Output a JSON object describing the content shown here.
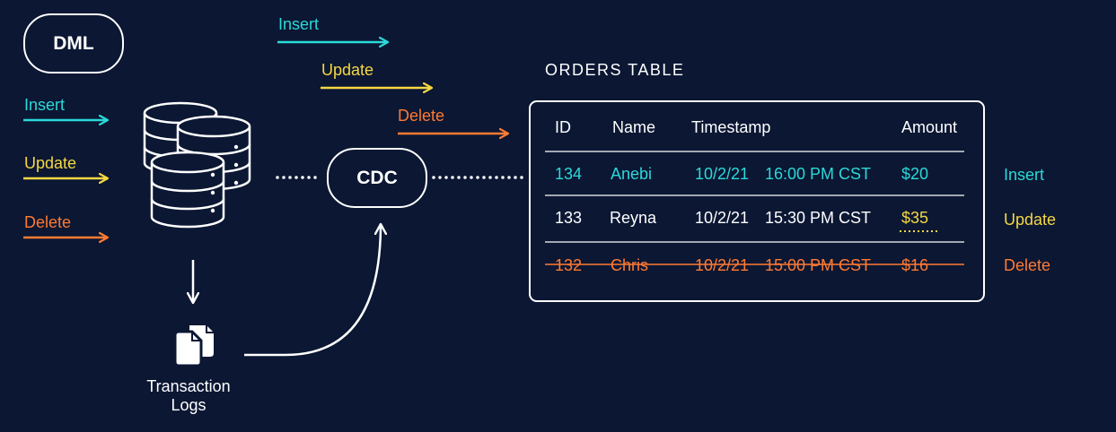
{
  "colors": {
    "background": "#0b1733",
    "insert": "#2bd9d9",
    "update": "#f5d742",
    "delete": "#ff7a33",
    "line": "#ffffff"
  },
  "dml": {
    "title": "DML",
    "operations": [
      {
        "label": "Insert",
        "color": "insert"
      },
      {
        "label": "Update",
        "color": "update"
      },
      {
        "label": "Delete",
        "color": "delete"
      }
    ]
  },
  "cdc": {
    "title": "CDC",
    "operations": [
      {
        "label": "Insert",
        "color": "insert"
      },
      {
        "label": "Update",
        "color": "update"
      },
      {
        "label": "Delete",
        "color": "delete"
      }
    ]
  },
  "transaction_logs": {
    "label_line1": "Transaction",
    "label_line2": "Logs"
  },
  "icons": [
    "database-icon",
    "documents-icon",
    "arrow-right-icon",
    "arrow-down-icon",
    "curved-arrow-icon"
  ],
  "orders_table": {
    "title": "ORDERS TABLE",
    "columns": [
      "ID",
      "Name",
      "Timestamp",
      "Amount"
    ],
    "rows": [
      {
        "id": "134",
        "name": "Anebi",
        "date": "10/2/21",
        "time": "16:00 PM CST",
        "amount": "$20",
        "operation": "Insert",
        "color": "insert"
      },
      {
        "id": "133",
        "name": "Reyna",
        "date": "10/2/21",
        "time": "15:30 PM CST",
        "amount": "$35",
        "operation": "Update",
        "color": "update"
      },
      {
        "id": "132",
        "name": "Chris",
        "date": "10/2/21",
        "time": "15:00 PM CST",
        "amount": "$16",
        "operation": "Delete",
        "color": "delete"
      }
    ]
  }
}
